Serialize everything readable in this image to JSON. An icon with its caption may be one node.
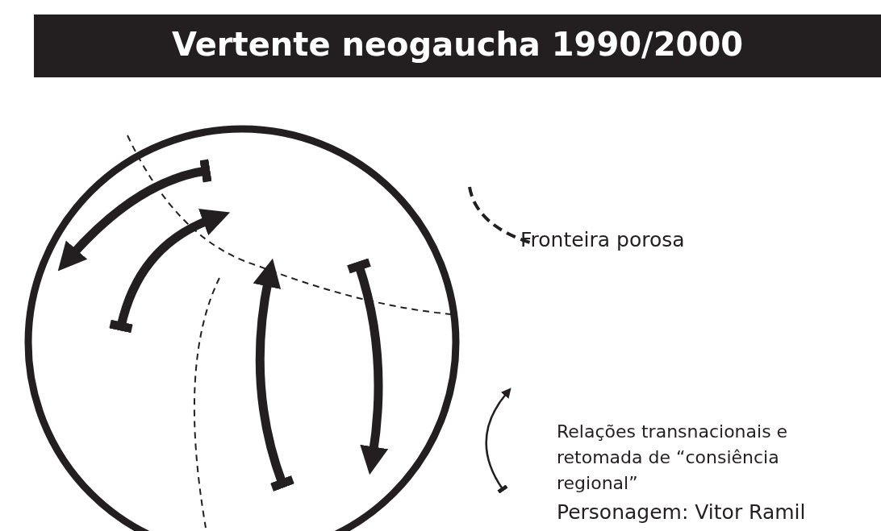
{
  "diagram": {
    "title": "Vertente neogaucha 1990/2000",
    "labels": [
      "Personagem: Vitor Ramil"
    ],
    "legend": [
      {
        "text": "Fronteira porosa"
      },
      {
        "text": "Relações transnacionais e retomada de “consiência regional”"
      }
    ]
  }
}
